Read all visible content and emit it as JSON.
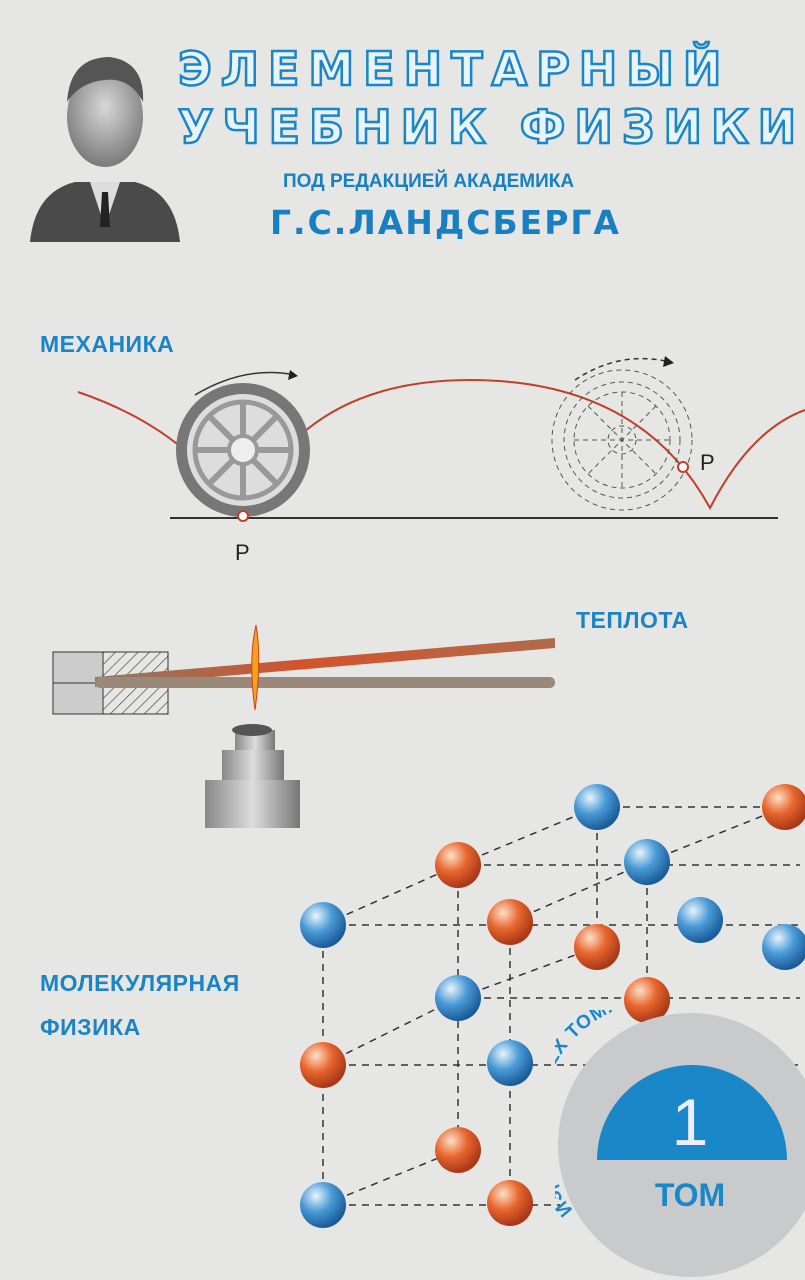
{
  "cover": {
    "title_line1": "ЭЛЕМЕНТАРНЫЙ",
    "title_line2": "УЧЕБНИК ФИЗИКИ",
    "edited_by": "ПОД РЕДАКЦИЕЙ АКАДЕМИКА",
    "editor": "Г.С.ЛАНДСБЕРГА"
  },
  "sections": {
    "mechanics": "МЕХАНИКА",
    "heat": "ТЕПЛОТА",
    "molecular_line1": "МОЛЕКУЛЯРНАЯ",
    "molecular_line2": "ФИЗИКА"
  },
  "diagram_labels": {
    "point_left": "P",
    "point_right": "P"
  },
  "badge": {
    "arc_text": "ИЗДАНИЕ В ТРЕХ ТОМАХ",
    "volume_number": "1",
    "volume_label": "ТОМ"
  },
  "colors": {
    "blue": "#1b84c6",
    "orange": "#e8562a",
    "background": "#e6e7e5"
  }
}
